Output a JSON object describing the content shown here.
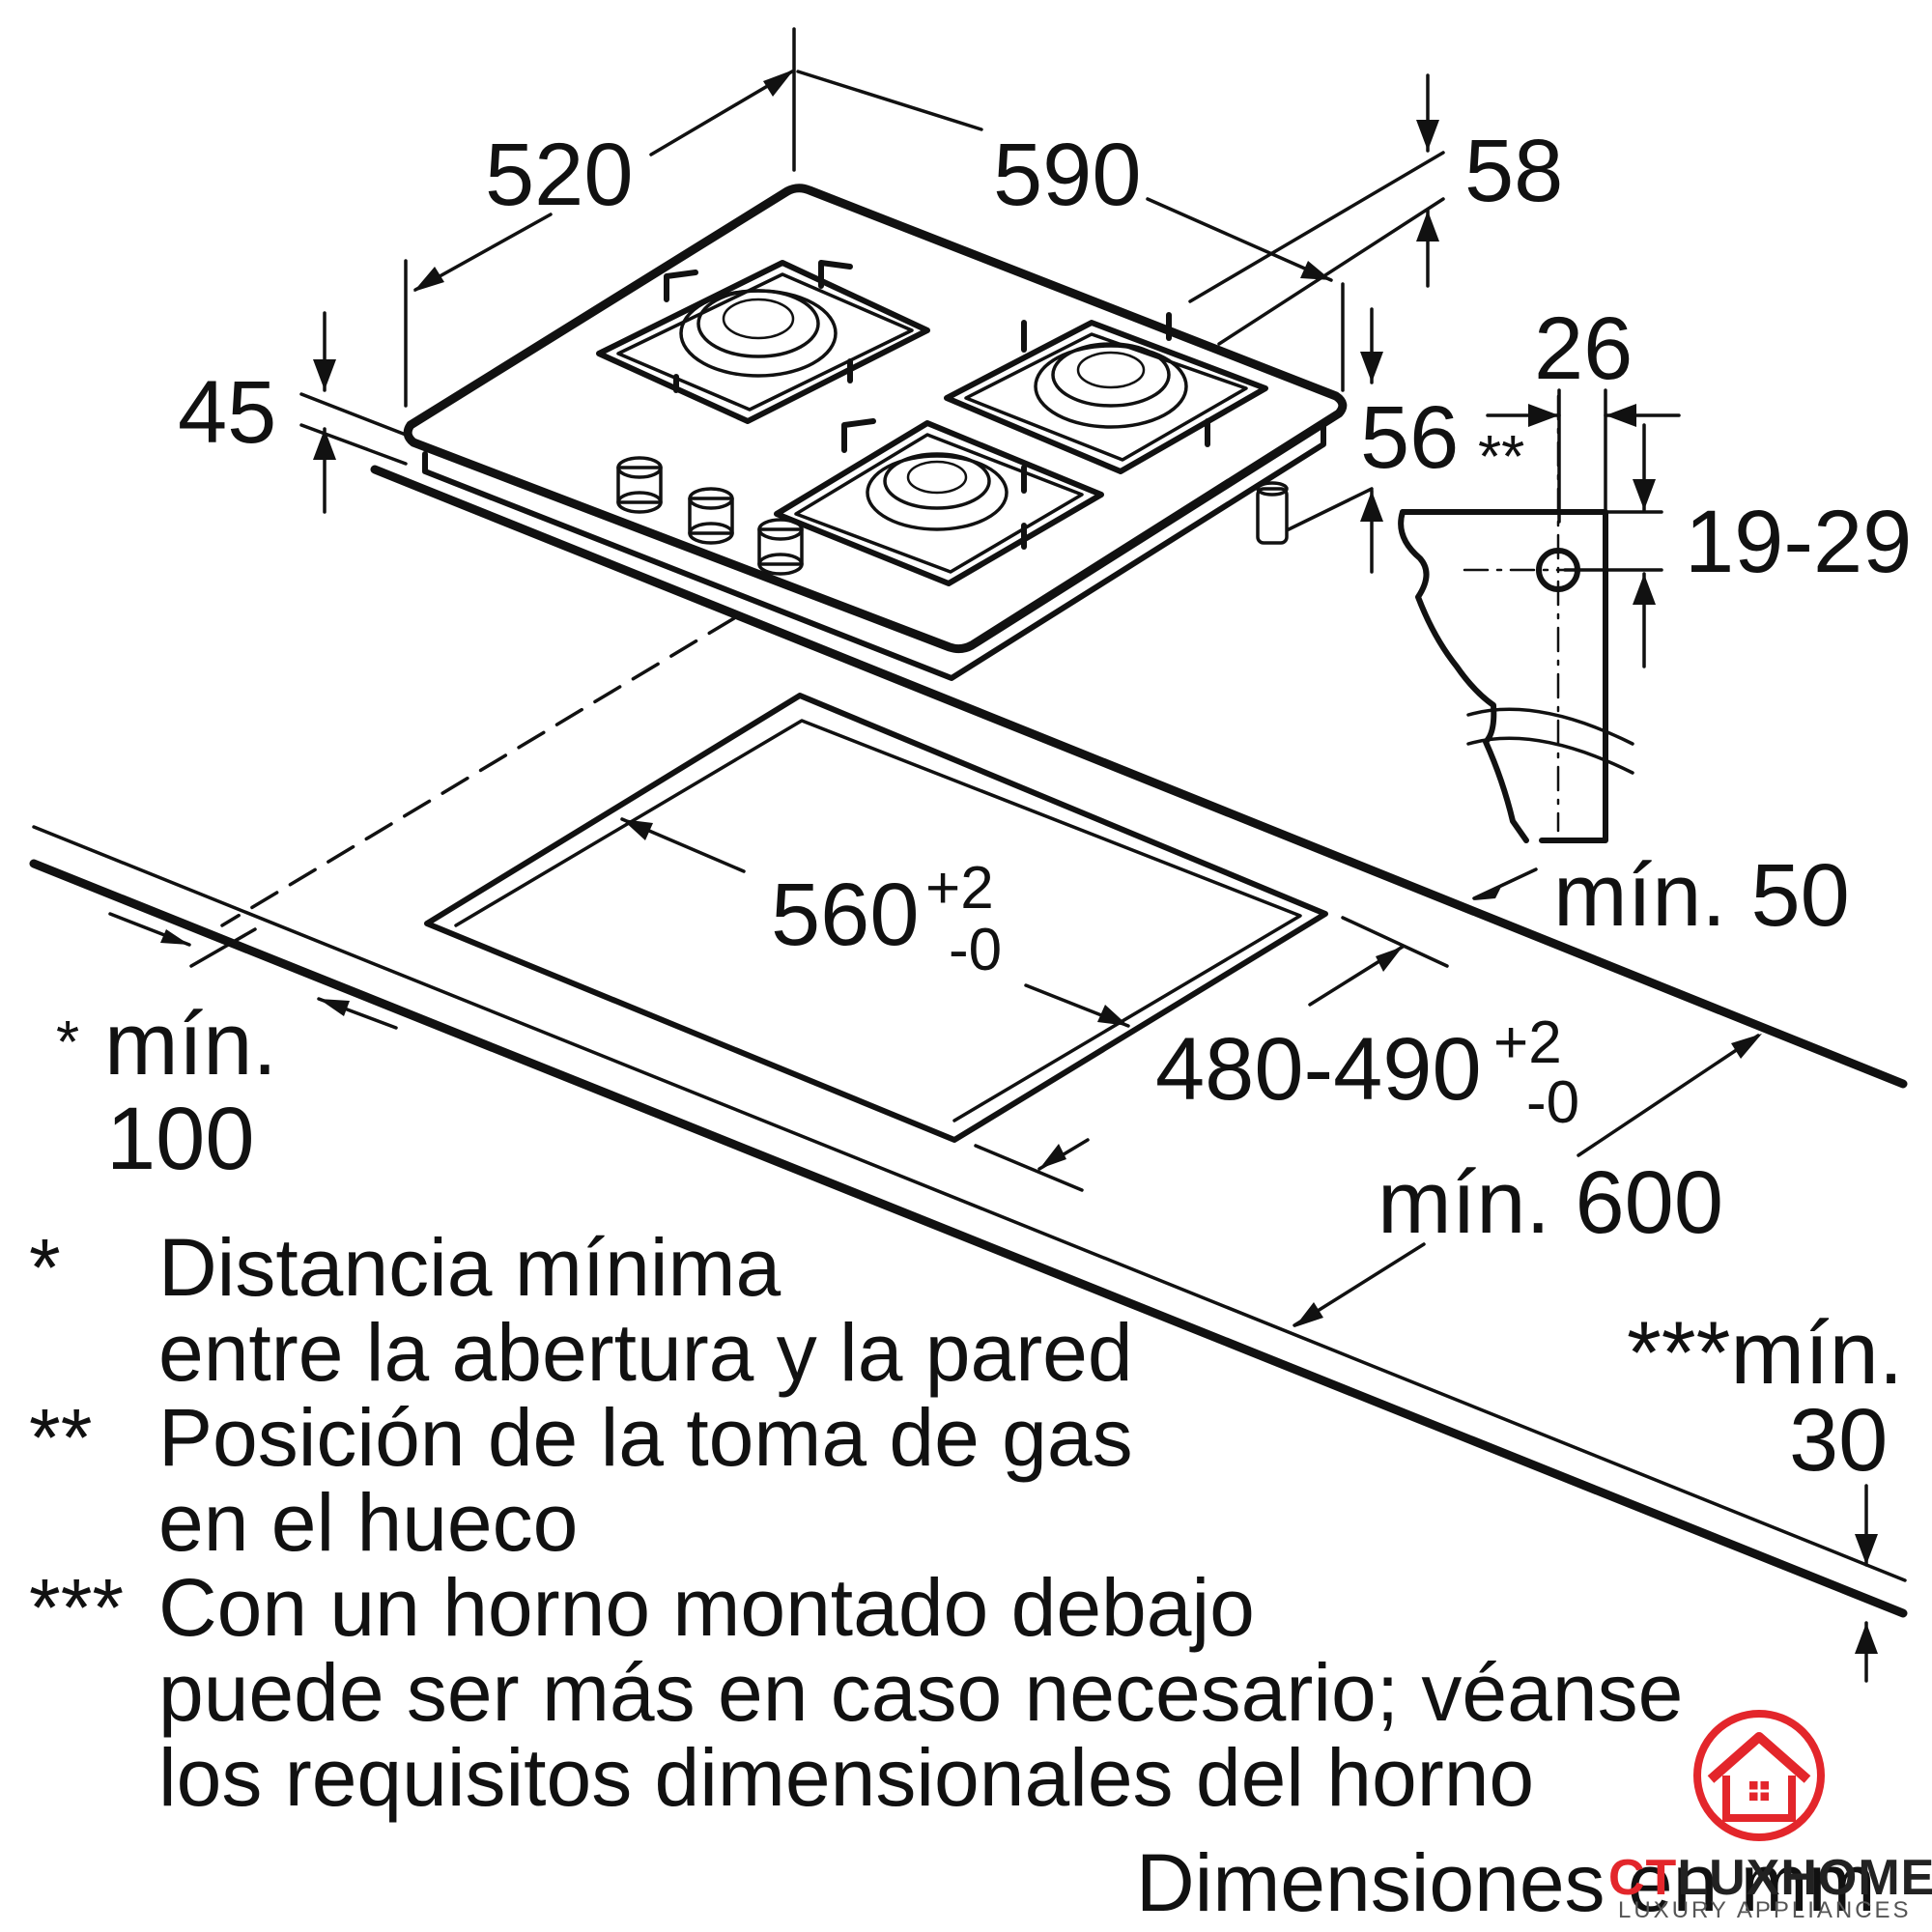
{
  "dimensions": {
    "depth": "520",
    "width": "590",
    "height_total": "58",
    "height_body": "45",
    "top_offset": "56",
    "gas_marker": "**",
    "gas_width": "26",
    "gas_height": "19-29",
    "cutout_width": "560",
    "cutout_width_tol_plus": "+2",
    "cutout_width_tol_minus": "-0",
    "cutout_depth": "480-490",
    "cutout_depth_tol_plus": "+2",
    "cutout_depth_tol_minus": "-0",
    "min_50": "mín. 50",
    "min_600": "mín. 600",
    "min_100_star": "*",
    "min_100_label": "mín.",
    "min_100_value": "100",
    "min_30_label": "***mín.",
    "min_30_value": "30"
  },
  "notes": [
    {
      "mark": "*",
      "lines": [
        "Distancia mínima",
        "entre la abertura y la pared"
      ]
    },
    {
      "mark": "**",
      "lines": [
        "Posición de la toma de gas",
        "en el hueco"
      ]
    },
    {
      "mark": "***",
      "lines": [
        "Con un horno montado debajo",
        "puede ser más en caso necesario; véanse",
        "los requisitos dimensionales del horno"
      ]
    }
  ],
  "units_label": "Dimensiones en mm",
  "logo": {
    "brand_left": "CT",
    "brand_right": "LUXHOME",
    "tagline": "LUXURY APPLIANCES"
  },
  "colors": {
    "ink": "#111111",
    "logo_red": "#e3262b",
    "logo_dark": "#222222"
  },
  "icons": [
    "house-logo-icon"
  ]
}
